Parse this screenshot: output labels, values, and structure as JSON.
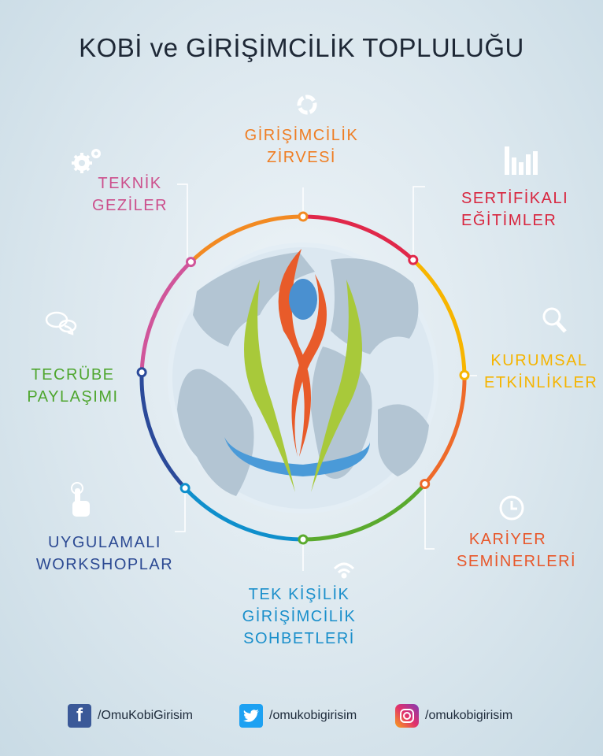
{
  "title": "KOBİ ve GİRİŞİMCİLİK TOPLULUĞU",
  "items": [
    {
      "id": "girisimcilik-zirvesi",
      "lines": [
        "GİRİŞİMCİLİK",
        "ZİRVESİ"
      ],
      "color": "#ef7d22",
      "icon": "donut-icon"
    },
    {
      "id": "sertifikali-egitimler",
      "lines": [
        "SERTİFİKALI",
        "EĞİTİMLER"
      ],
      "color": "#d8263f",
      "icon": "bar-chart-icon"
    },
    {
      "id": "kurumsal-etkinlikler",
      "lines": [
        "KURUMSAL",
        "ETKİNLİKLER"
      ],
      "color": "#f5b400",
      "icon": "search-icon"
    },
    {
      "id": "kariyer-seminerleri",
      "lines": [
        "KARİYER",
        "SEMİNERLERİ"
      ],
      "color": "#e8572a",
      "icon": "clock-icon"
    },
    {
      "id": "tek-kisilik-sohbetleri",
      "lines": [
        "TEK KİŞİLİK",
        "GİRİŞİMCİLİK",
        "SOHBETLERİ"
      ],
      "color": "#1a8fcb",
      "icon": "wifi-icon"
    },
    {
      "id": "uygulamali-workshoplar",
      "lines": [
        "UYGULAMALI",
        "WORKSHOPLAR"
      ],
      "color": "#2c4a93",
      "icon": "hand-pointer-icon"
    },
    {
      "id": "tecrube-paylasimi",
      "lines": [
        "TECRÜBE",
        "PAYLAŞIMI"
      ],
      "color": "#4fa62f",
      "icon": "chat-icon"
    },
    {
      "id": "teknik-geziler",
      "lines": [
        "TEKNİK",
        "GEZİLER"
      ],
      "color": "#cc4f8c",
      "icon": "gears-icon"
    }
  ],
  "social": [
    {
      "network": "facebook",
      "handle": "/OmuKobiGirisim",
      "color": "#3b5998"
    },
    {
      "network": "twitter",
      "handle": "/omukobigirisim",
      "color": "#1da1f2"
    },
    {
      "network": "instagram",
      "handle": "/omukobigirisim",
      "color": "#c13584"
    }
  ]
}
